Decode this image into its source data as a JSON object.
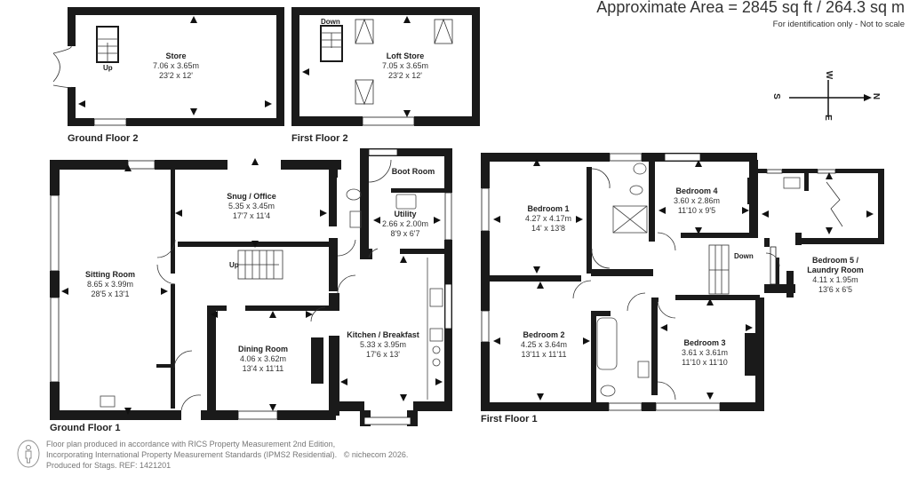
{
  "header": {
    "area_title": "Approximate Area = 2845 sq ft / 264.3 sq m",
    "disclaimer": "For identification only - Not to scale"
  },
  "compass": {
    "north": "N",
    "south": "S",
    "east": "E",
    "west": "W"
  },
  "floors": {
    "ground_floor_2": {
      "label": "Ground Floor 2",
      "rooms": [
        {
          "name": "Store",
          "metric": "7.06 x 3.65m",
          "imperial": "23'2 x 12'"
        }
      ],
      "stairs_label": "Up"
    },
    "first_floor_2": {
      "label": "First Floor 2",
      "rooms": [
        {
          "name": "Loft Store",
          "metric": "7.05 x 3.65m",
          "imperial": "23'2 x 12'"
        }
      ],
      "stairs_label": "Down"
    },
    "ground_floor_1": {
      "label": "Ground Floor 1",
      "rooms": [
        {
          "name": "Sitting Room",
          "metric": "8.65 x 3.99m",
          "imperial": "28'5 x 13'1"
        },
        {
          "name": "Snug / Office",
          "metric": "5.35 x 3.45m",
          "imperial": "17'7 x 11'4"
        },
        {
          "name": "Boot Room",
          "metric": "",
          "imperial": ""
        },
        {
          "name": "Utility",
          "metric": "2.66 x 2.00m",
          "imperial": "8'9 x 6'7"
        },
        {
          "name": "Dining Room",
          "metric": "4.06 x 3.62m",
          "imperial": "13'4 x 11'11"
        },
        {
          "name": "Kitchen / Breakfast",
          "metric": "5.33 x 3.95m",
          "imperial": "17'6 x 13'"
        }
      ],
      "stairs_label": "Up"
    },
    "first_floor_1": {
      "label": "First Floor 1",
      "rooms": [
        {
          "name": "Bedroom 1",
          "metric": "4.27 x 4.17m",
          "imperial": "14' x 13'8"
        },
        {
          "name": "Bedroom 4",
          "metric": "3.60 x 2.86m",
          "imperial": "11'10 x 9'5"
        },
        {
          "name": "Bedroom 5 /",
          "name2": "Laundry Room",
          "metric": "4.11 x 1.95m",
          "imperial": "13'6 x 6'5"
        },
        {
          "name": "Bedroom 2",
          "metric": "4.25 x 3.64m",
          "imperial": "13'11 x 11'11"
        },
        {
          "name": "Bedroom 3",
          "metric": "3.61 x 3.61m",
          "imperial": "11'10 x 11'10"
        }
      ],
      "stairs_label": "Down"
    }
  },
  "footer": {
    "line1": "Floor plan produced in accordance with RICS Property Measurement 2nd Edition,",
    "line2": "Incorporating International Property Measurement Standards (IPMS2 Residential).",
    "copyright": "© nichecom 2026.",
    "line3": "Produced for Stags.   REF: 1421201"
  },
  "colors": {
    "wall": "#1a1a1a",
    "text": "#222222",
    "footer_text": "#777777"
  }
}
